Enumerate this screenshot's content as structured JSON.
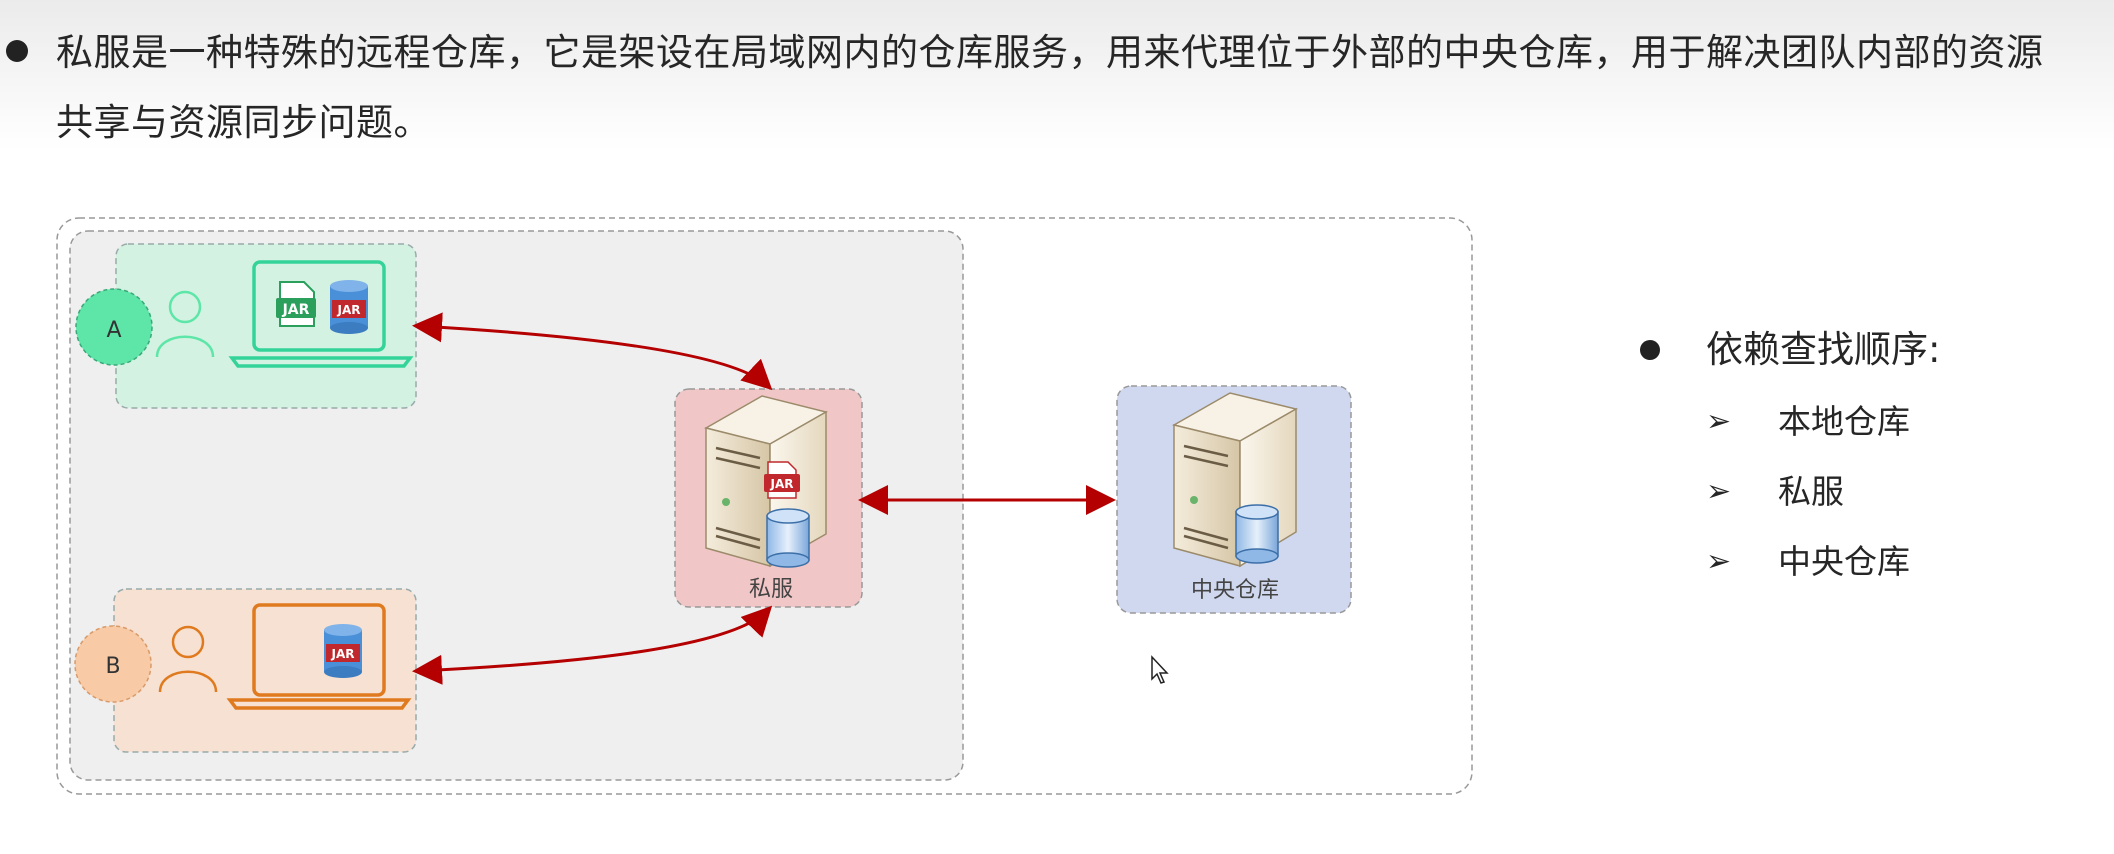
{
  "intro": {
    "text": "私服是一种特殊的远程仓库，它是架设在局域网内的仓库服务，用来代理位于外部的中央仓库，用于解决团队内部的资源共享与资源同步问题。"
  },
  "diagram": {
    "user_a_label": "A",
    "user_b_label": "B",
    "jar_label": "JAR",
    "private_server_label": "私服",
    "central_repo_label": "中央仓库",
    "colors": {
      "user_a": "#34d399",
      "user_b": "#e07a1f",
      "private_bg": "#f1c6c6",
      "central_bg": "#d0d8f0",
      "arrow": "#b40000"
    }
  },
  "lookup": {
    "title": "依赖查找顺序:",
    "arrow_glyph": "➢",
    "items": [
      {
        "label": "本地仓库"
      },
      {
        "label": "私服"
      },
      {
        "label": "中央仓库"
      }
    ]
  }
}
